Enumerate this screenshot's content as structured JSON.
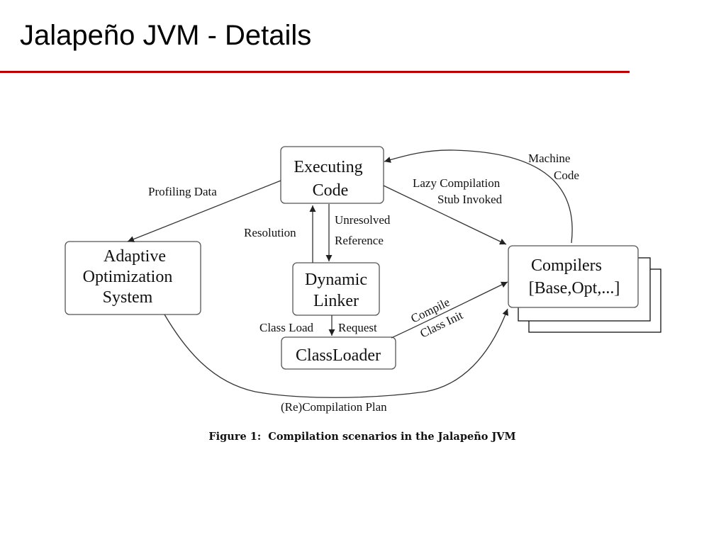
{
  "slide": {
    "title": "Jalapeño JVM - Details"
  },
  "diagram": {
    "nodes": {
      "executing_code": [
        "Executing",
        "Code"
      ],
      "adaptive_optimization": [
        "Adaptive",
        "Optimization",
        "System"
      ],
      "dynamic_linker": [
        "Dynamic",
        "Linker"
      ],
      "classloader": [
        "ClassLoader"
      ],
      "compilers": [
        "Compilers",
        "[Base,Opt,...]"
      ]
    },
    "edges": {
      "profiling_data": "Profiling Data",
      "machine_code": [
        "Machine",
        "Code"
      ],
      "lazy_compilation": [
        "Lazy Compilation",
        "Stub Invoked"
      ],
      "resolution": "Resolution",
      "unresolved_reference": [
        "Unresolved",
        "Reference"
      ],
      "class_load_request": [
        "Class Load",
        "Request"
      ],
      "compile_class_init": [
        "Compile",
        "Class Init"
      ],
      "recompilation_plan": "(Re)Compilation Plan"
    },
    "caption": "Figure 1:  Compilation scenarios in the Jalapeño JVM"
  }
}
